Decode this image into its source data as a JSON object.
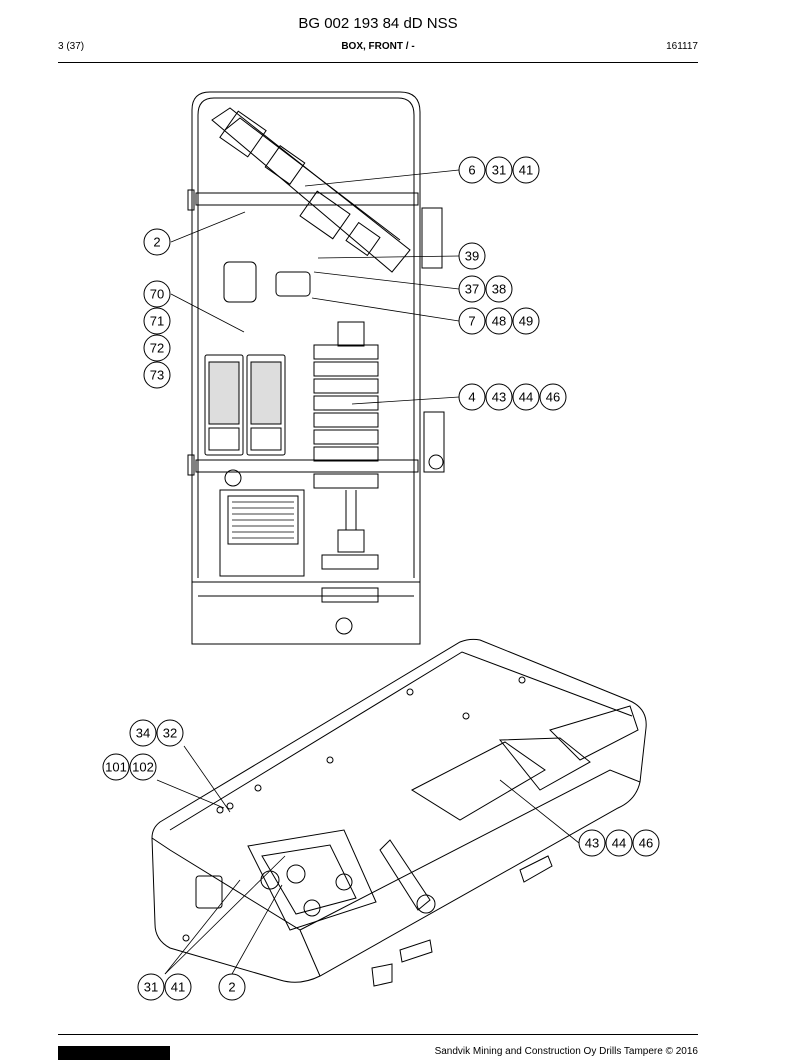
{
  "header": {
    "doc_title": "BG 002 193 84 dD NSS",
    "page": "3 (37)",
    "section": "BOX, FRONT / -",
    "date": "161117"
  },
  "callouts_front": {
    "c6": "6",
    "c31": "31",
    "c41": "41",
    "c2": "2",
    "c39": "39",
    "c37": "37",
    "c38": "38",
    "c70": "70",
    "c71": "71",
    "c72": "72",
    "c73": "73",
    "c7": "7",
    "c48": "48",
    "c49": "49",
    "c4": "4",
    "c43": "43",
    "c44": "44",
    "c46": "46"
  },
  "callouts_iso": {
    "c34": "34",
    "c32": "32",
    "c101": "101",
    "c102": "102",
    "c43": "43",
    "c44": "44",
    "c46": "46",
    "c31": "31",
    "c41": "41",
    "c2": "2"
  },
  "footer": {
    "copyright": "Sandvik Mining and Construction Oy Drills Tampere © 2016"
  }
}
